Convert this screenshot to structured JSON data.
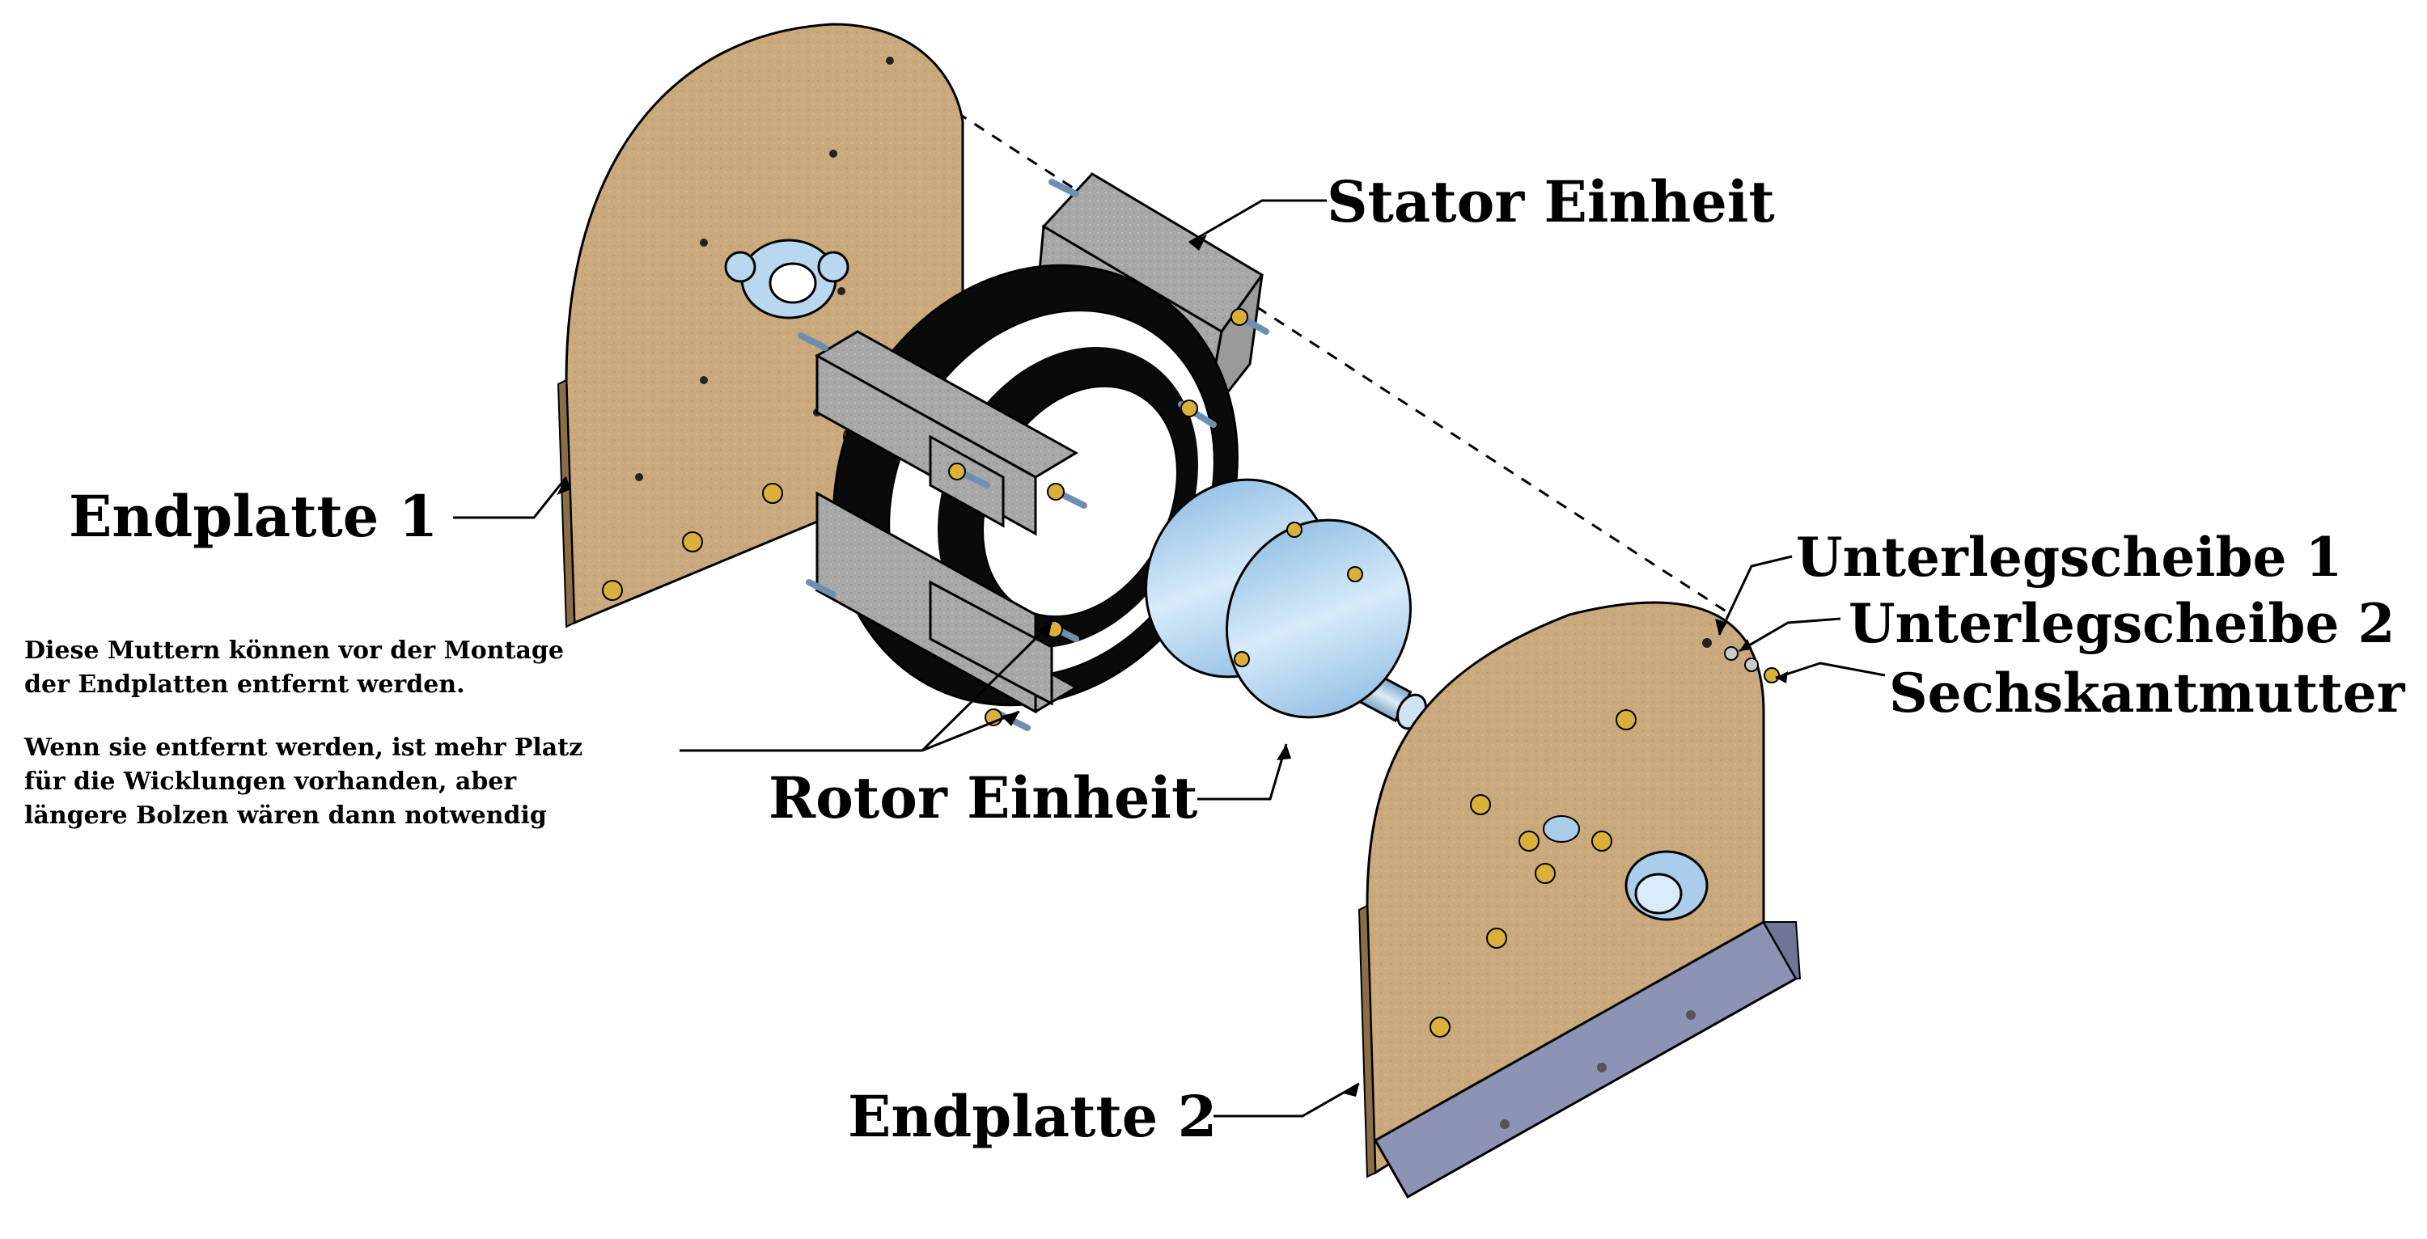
{
  "labels": {
    "stator": "Stator Einheit",
    "rotor": "Rotor Einheit",
    "endplate1": "Endplatte 1",
    "endplate2": "Endplatte 2",
    "washer1": "Unterlegscheibe 1",
    "washer2": "Unterlegscheibe 2",
    "hexnut": "Sechskantmutter"
  },
  "note": {
    "line1": "Diese Muttern können vor der Montage",
    "line2": "der Endplatten entfernt werden.",
    "line3": "Wenn sie entfernt werden, ist mehr Platz",
    "line4": "für die Wicklungen vorhanden, aber",
    "line5": "längere Bolzen wären dann notwendig"
  },
  "colors": {
    "wood": "#c9a97c",
    "wood_edge": "#8a6e48",
    "steel_gray": "#a9a9a9",
    "coil_black": "#0a0a0a",
    "magnet_blue": "#a9cdea",
    "bracket_blue": "#8d93b4",
    "nut_gold": "#d9b13a"
  }
}
